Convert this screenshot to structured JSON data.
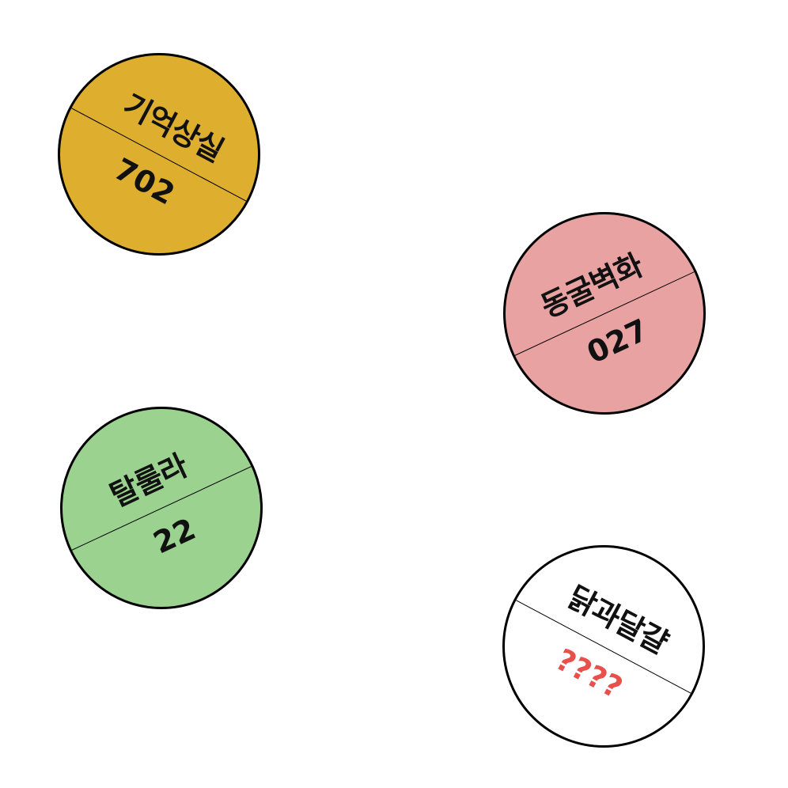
{
  "badges": [
    {
      "name": "기억상실",
      "number": "702",
      "fill": "#deae2f",
      "number_color": "#111111"
    },
    {
      "name": "동굴벽화",
      "number": "027",
      "fill": "#e8a2a2",
      "number_color": "#111111"
    },
    {
      "name": "탈룰라",
      "number": "22",
      "fill": "#9bd28f",
      "number_color": "#111111"
    },
    {
      "name": "닭과달걀",
      "number": "????",
      "fill": "#ffffff",
      "number_color": "#e8504b"
    }
  ]
}
